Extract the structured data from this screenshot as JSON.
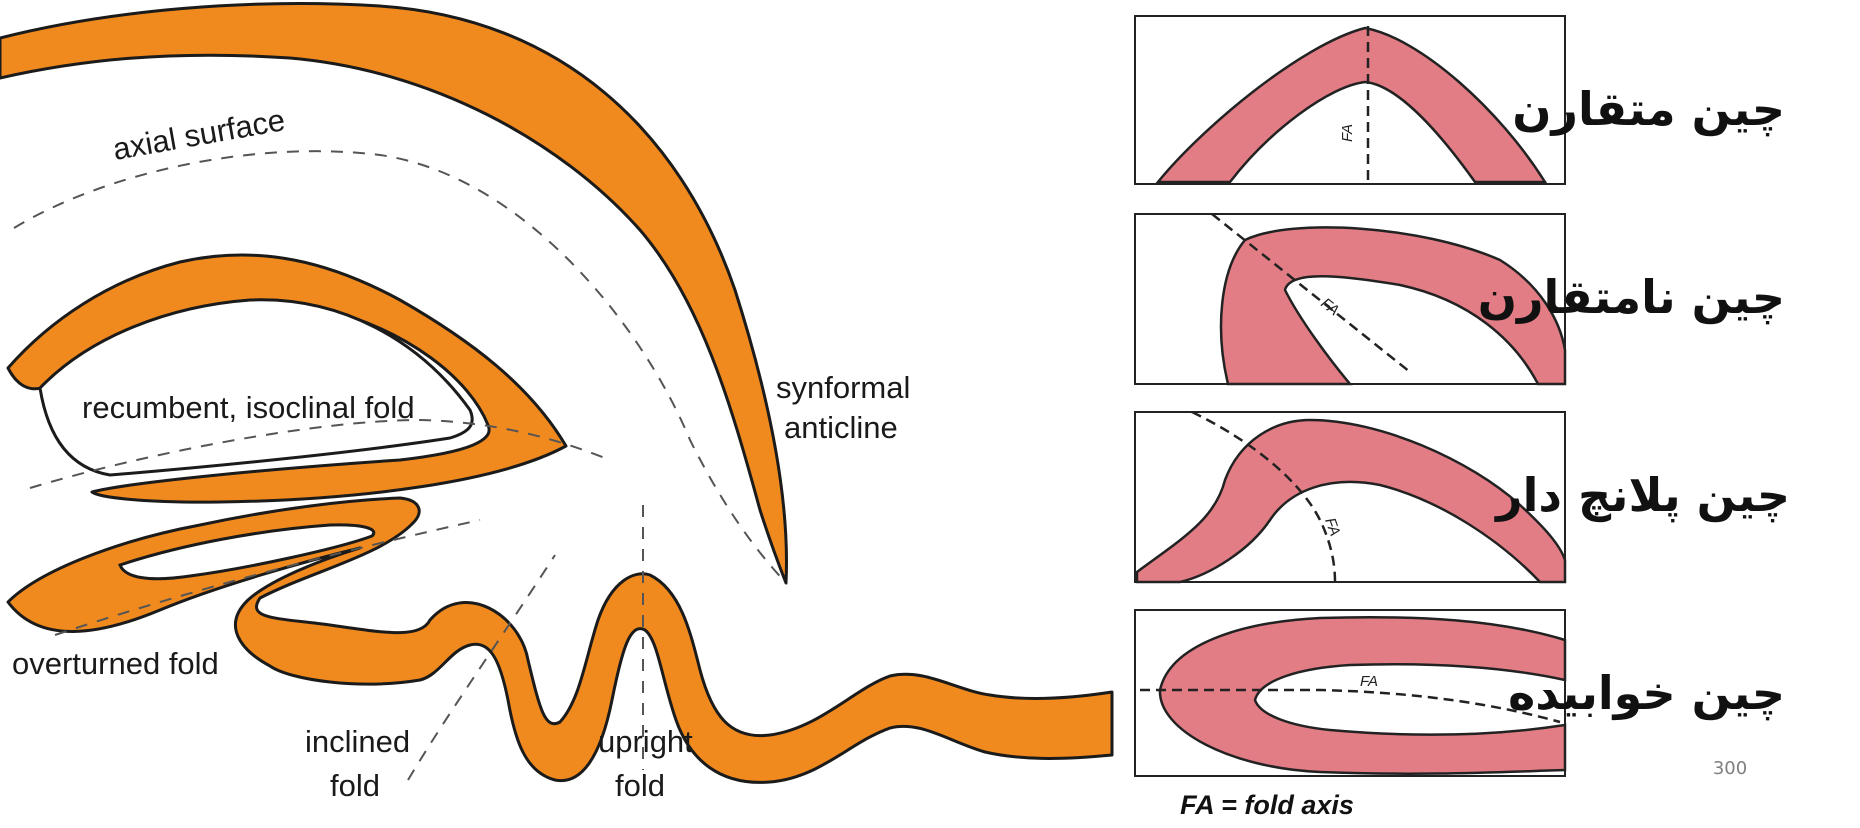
{
  "colors": {
    "orange_layer": "#f08a1e",
    "red_layer": "#e27d85",
    "outline": "#1b1b1b"
  },
  "left_diagram": {
    "labels": {
      "axial_surface": "axial surface",
      "recumbent": "recumbent, isoclinal fold",
      "synformal_line1": "synformal",
      "synformal_line2": "anticline",
      "overturned": "overturned fold",
      "inclined_line1": "inclined",
      "inclined_line2": "fold",
      "upright_line1": "upright",
      "upright_line2": "fold"
    }
  },
  "right_panels": {
    "fa_label": "FA",
    "titles": {
      "symmetric": "چین متقارن",
      "asymmetric": "چین نامتقارن",
      "plunging": "چین پلانچ دار",
      "recumbent": "چین خوابیده"
    },
    "caption": "FA = fold axis"
  },
  "page_number": "300"
}
